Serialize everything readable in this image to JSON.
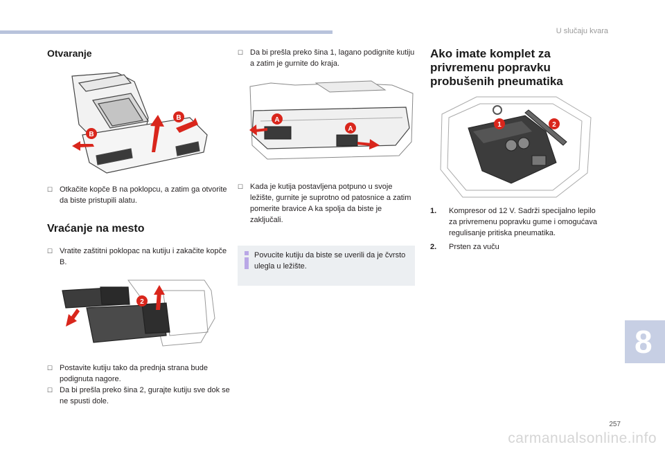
{
  "header": {
    "title": "U slučaju kvara",
    "chapter_number": "8"
  },
  "page_number": "257",
  "colors": {
    "accent": "#c7cfe4",
    "callout_red": "#d9261c",
    "note_bg": "#eceff2"
  },
  "open_section": {
    "title": "Otvaranje",
    "callouts": [
      "B",
      "B"
    ],
    "bullet_text": "Otkačite kopče B na poklopcu, a zatim ga otvorite da biste pristupili alatu."
  },
  "return_section": {
    "title": "Vraćanje na mesto",
    "bullet_text": "Vratite zaštitni poklopac na kutiju i zakačite kopče B.",
    "callout": "2",
    "bullets2": [
      "Postavite kutiju tako da prednja strana bude podignuta nagore.",
      "Da bi prešla preko šina 2, gurajte kutiju sve dok se ne spusti dole."
    ]
  },
  "middle": {
    "bullet_top": "Da bi prešla preko šina 1, lagano podignite kutiju a zatim je gurnite do kraja.",
    "callouts": [
      "A",
      "A"
    ],
    "bullet_bottom": "Kada je kutija postavljena potpuno u svoje ležište, gurnite je suprotno od patosnice a zatim pomerite bravice A ka spolja da biste je zaključali.",
    "note": "Povucite kutiju da biste se uverili da je čvrsto ulegla u ležište."
  },
  "kit_section": {
    "title": "Ako imate komplet za privremenu popravku probušenih pneumatika",
    "callouts": [
      "1",
      "2"
    ],
    "items": [
      {
        "num": "1.",
        "text": "Kompresor od 12 V. Sadrži specijalno lepilo za privremenu popravku gume i omogućava regulisanje pritiska pneumatika."
      },
      {
        "num": "2.",
        "text": "Prsten za vuču"
      }
    ]
  },
  "watermark": "carmanualsonline.info"
}
